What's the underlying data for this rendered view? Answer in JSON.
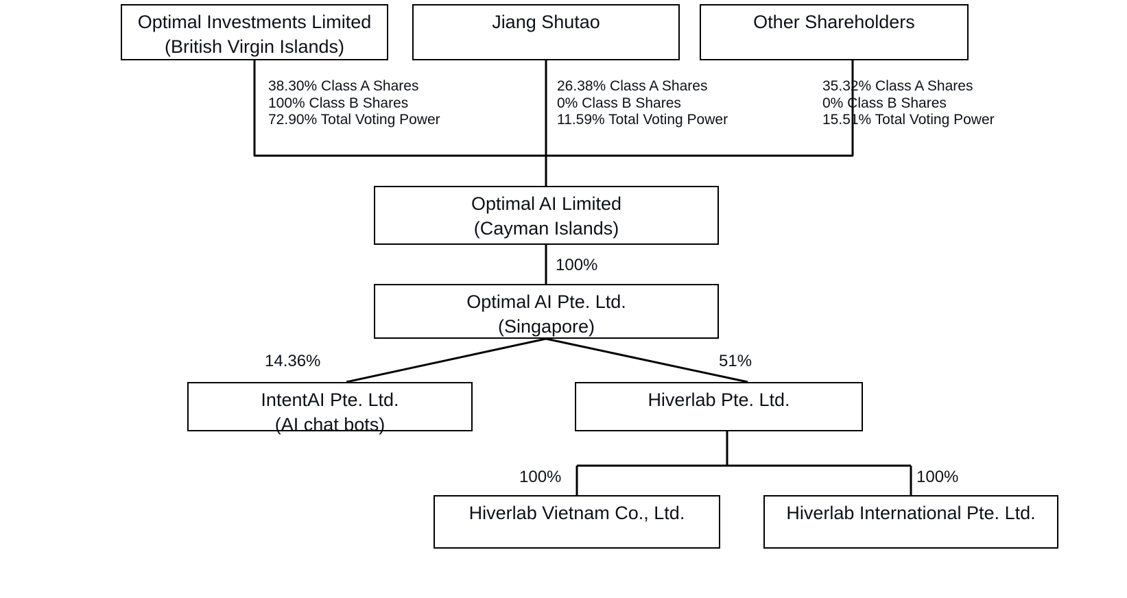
{
  "diagram": {
    "title": "Corporate Ownership Structure",
    "line_color": "#000000",
    "text_color": "#0d1117",
    "background": "#ffffff",
    "nodes": {
      "optimal_investments": {
        "line1": "Optimal Investments Limited",
        "line2": "(British Virgin Islands)"
      },
      "jiang_shutao": {
        "line1": "Jiang Shutao",
        "line2": ""
      },
      "other_shareholders": {
        "line1": "Other Shareholders",
        "line2": ""
      },
      "optimal_ai_limited": {
        "line1": "Optimal AI Limited",
        "line2": "(Cayman Islands)"
      },
      "optimal_ai_pte": {
        "line1": "Optimal AI Pte. Ltd.",
        "line2": "(Singapore)"
      },
      "intentai": {
        "line1": "IntentAI Pte. Ltd.",
        "line2": "(AI chat bots)"
      },
      "hiverlab": {
        "line1": "Hiverlab Pte. Ltd.",
        "line2": ""
      },
      "hiverlab_vietnam": {
        "line1": "Hiverlab Vietnam Co., Ltd.",
        "line2": ""
      },
      "hiverlab_international": {
        "line1": "Hiverlab International Pte. Ltd.",
        "line2": ""
      }
    },
    "shareholdings": {
      "optimal_investments": {
        "class_a": "38.30% Class A Shares",
        "class_b": "100% Class B Shares",
        "voting": "72.90% Total Voting Power"
      },
      "jiang_shutao": {
        "class_a": "26.38% Class A Shares",
        "class_b": "0% Class B Shares",
        "voting": "11.59% Total Voting Power"
      },
      "other_shareholders": {
        "class_a": "35.32% Class A Shares",
        "class_b": "0% Class B Shares",
        "voting": "15.51% Total Voting Power"
      }
    },
    "edge_labels": {
      "limited_to_pte": "100%",
      "pte_to_intentai": "14.36%",
      "pte_to_hiverlab": "51%",
      "hiverlab_to_vietnam": "100%",
      "hiverlab_to_international": "100%"
    }
  }
}
